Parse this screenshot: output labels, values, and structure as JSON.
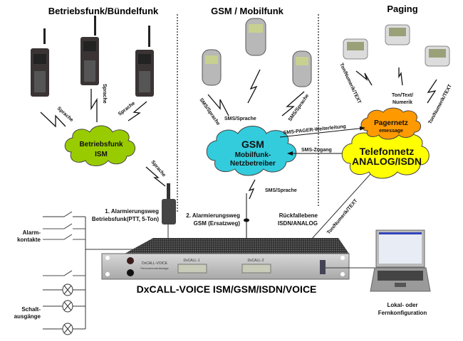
{
  "sections": {
    "betriebsfunk": "Betriebsfunk/Bündelfunk",
    "gsm": "GSM / Mobilfunk",
    "paging": "Paging"
  },
  "labels": {
    "sprache": "Sprache",
    "sms_sprache": "SMS/Sprache",
    "ton_numerik_text": "Ton/Numerik/TEXT",
    "ton_text_line1": "Ton/Text/",
    "ton_text_line2": "Numerik",
    "sms_pager": "SMS-PAGER-Weiterleitung",
    "sms_zugang": "SMS-Zugang",
    "alarm1_line1": "1. Alarmierungsweg",
    "alarm1_line2": "Betriebsfunk(PTT, 5-Ton)",
    "alarm2_line1": "2. Alarmierungsweg",
    "alarm2_line2": "GSM (Ersatzweg)",
    "fallback_line1": "Rückfallebene",
    "fallback_line2": "ISDN/ANALOG",
    "alarm_contacts_line1": "Alarm-",
    "alarm_contacts_line2": "kontakte",
    "switch_outputs_line1": "Schalt-",
    "switch_outputs_line2": "ausgänge",
    "config_line1": "Lokal- oder",
    "config_line2": "Fernkonfiguration"
  },
  "clouds": {
    "ism": {
      "line1": "Betriebsfunk",
      "line2": "ISM",
      "color": "#99cc00"
    },
    "gsm": {
      "line1": "GSM",
      "line2": "Mobilfunk-",
      "line3": "Netzbetreiber",
      "color": "#33ccdd"
    },
    "pager": {
      "line1": "Pagernetz",
      "line2": "emessage",
      "color": "#ff9900"
    },
    "telefon": {
      "line1": "Telefonnetz",
      "line2": "ANALOG/ISDN",
      "color": "#ffff00"
    }
  },
  "device": {
    "title": "DxCALL-VOICE ISM/GSM/ISDN/VOICE",
    "brand_line1": "DxCALL-VOICE",
    "brand_line2": "Personennotrufanlage",
    "display1": "DxCALL-1",
    "display2": "DxCALL-2"
  }
}
